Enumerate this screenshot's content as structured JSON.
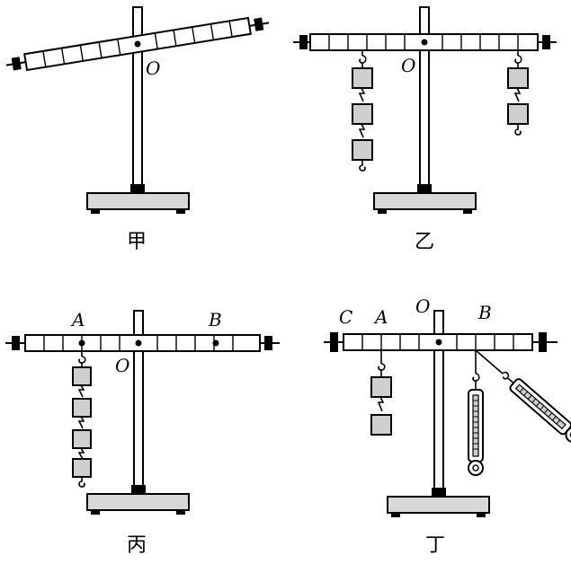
{
  "panels": [
    {
      "id": "jia",
      "caption": "甲",
      "labels": {
        "pivot": "O"
      }
    },
    {
      "id": "yi",
      "caption": "乙",
      "labels": {
        "pivot": "O"
      }
    },
    {
      "id": "bing",
      "caption": "丙",
      "labels": {
        "a": "A",
        "pivot": "O",
        "b": "B"
      }
    },
    {
      "id": "ding",
      "caption": "丁",
      "labels": {
        "c": "C",
        "a": "A",
        "pivot": "O",
        "b": "B"
      }
    }
  ],
  "colors": {
    "stroke": "#000000",
    "weight_fill": "#cfcfcf",
    "base_fill": "#d8d8d8"
  }
}
